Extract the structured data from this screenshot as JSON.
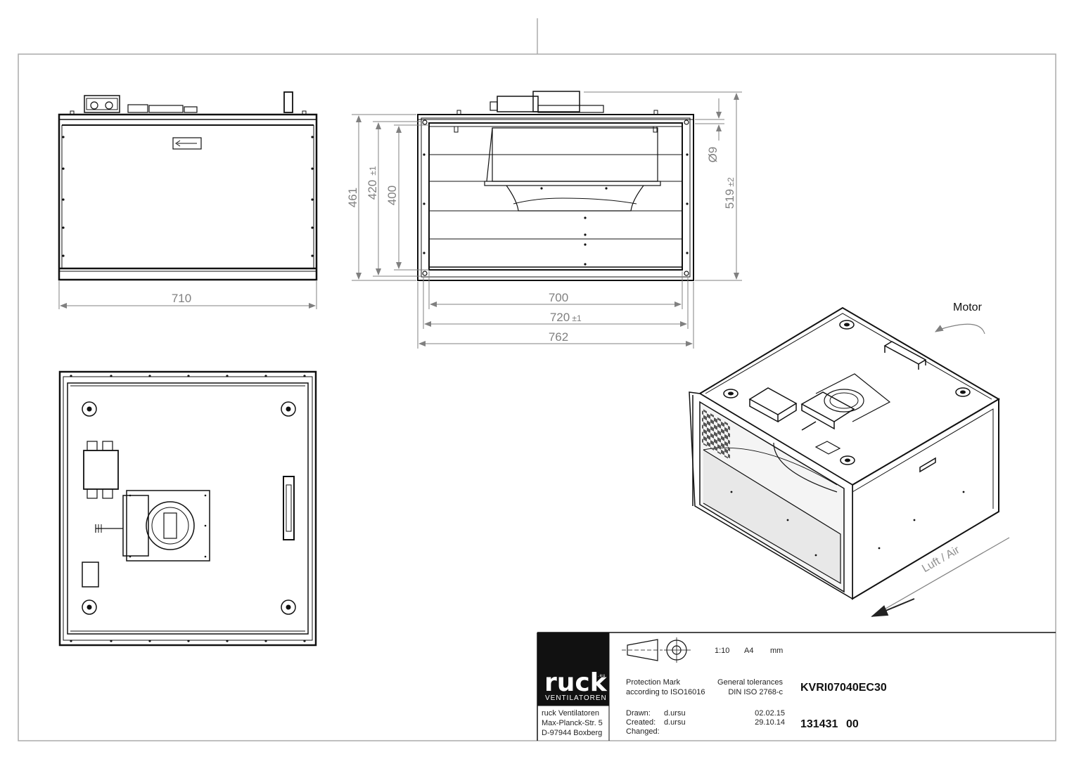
{
  "dimensions": {
    "side_width": "710",
    "front_h_outer": "461",
    "front_h_flange": "420",
    "front_h_flange_tol": "±1",
    "front_h_inner": "400",
    "front_total_height": "519",
    "front_total_height_tol": "±2",
    "hole_diameter": "Ø9",
    "front_w_inner": "700",
    "front_w_flange": "720",
    "front_w_flange_tol": "±1",
    "front_w_outer": "762"
  },
  "annotations": {
    "motor": "Motor",
    "airflow": "Luft / Air"
  },
  "title_block": {
    "logo_text": "ruck",
    "logo_superscript": ".eu",
    "logo_subtitle": "VENTILATOREN",
    "company_name": "ruck Ventilatoren",
    "company_street": "Max-Planck-Str. 5",
    "company_city": "D-97944 Boxberg",
    "scale": "1:10",
    "paper": "A4",
    "unit": "mm",
    "protection_mark_1": "Protection Mark",
    "protection_mark_2": "according to ISO16016",
    "tolerances_1": "General tolerances",
    "tolerances_2": "DIN ISO 2768-c",
    "product_code": "KVRI07040EC30",
    "drawn_label": "Drawn:",
    "drawn_by": "d.ursu",
    "drawn_date": "02.02.15",
    "created_label": "Created:",
    "created_by": "d.ursu",
    "created_date": "29.10.14",
    "changed_label": "Changed:",
    "drawing_number": "131431",
    "revision": "00"
  }
}
